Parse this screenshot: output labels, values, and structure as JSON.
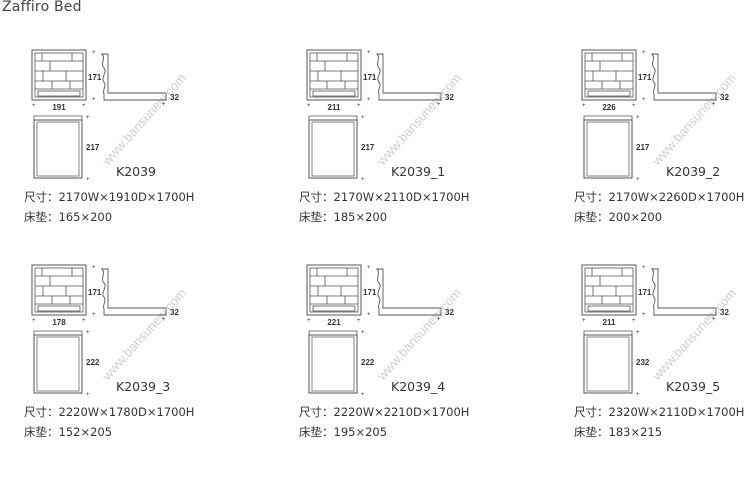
{
  "title": "Zaffiro Bed",
  "icons": {
    "headboard": "bed-headboard-elevation",
    "side": "bed-side-elevation",
    "plan": "bed-plan-view"
  },
  "colors": {
    "line": "#555555",
    "text": "#333333",
    "watermark": "#cfcfcf"
  },
  "variants": [
    {
      "code": "K2039",
      "size_text": "尺寸：2170W×1910D×1700H",
      "mattress_text": "床垫：165×200",
      "headboard_height": "171",
      "width_label": "191",
      "depth_label": "217",
      "side_height": "32",
      "watermark": "www.bansunew.com"
    },
    {
      "code": "K2039_1",
      "size_text": "尺寸：2170W×2110D×1700H",
      "mattress_text": "床垫：185×200",
      "headboard_height": "171",
      "width_label": "211",
      "depth_label": "217",
      "side_height": "32",
      "watermark": "www.bansunew.com"
    },
    {
      "code": "K2039_2",
      "size_text": "尺寸：2170W×2260D×1700H",
      "mattress_text": "床垫：200×200",
      "headboard_height": "171",
      "width_label": "226",
      "depth_label": "217",
      "side_height": "32",
      "watermark": "www.bansunew.com"
    },
    {
      "code": "K2039_3",
      "size_text": "尺寸：2220W×1780D×1700H",
      "mattress_text": "床垫：152×205",
      "headboard_height": "171",
      "width_label": "178",
      "depth_label": "222",
      "side_height": "32",
      "watermark": "www.bansunew.com"
    },
    {
      "code": "K2039_4",
      "size_text": "尺寸：2220W×2210D×1700H",
      "mattress_text": "床垫：195×205",
      "headboard_height": "171",
      "width_label": "221",
      "depth_label": "222",
      "side_height": "32",
      "watermark": "www.bansunew.com"
    },
    {
      "code": "K2039_5",
      "size_text": "尺寸：2320W×2110D×1700H",
      "mattress_text": "床垫：183×215",
      "headboard_height": "171",
      "width_label": "211",
      "depth_label": "232",
      "side_height": "32",
      "watermark": "www.bansunew.com"
    }
  ]
}
